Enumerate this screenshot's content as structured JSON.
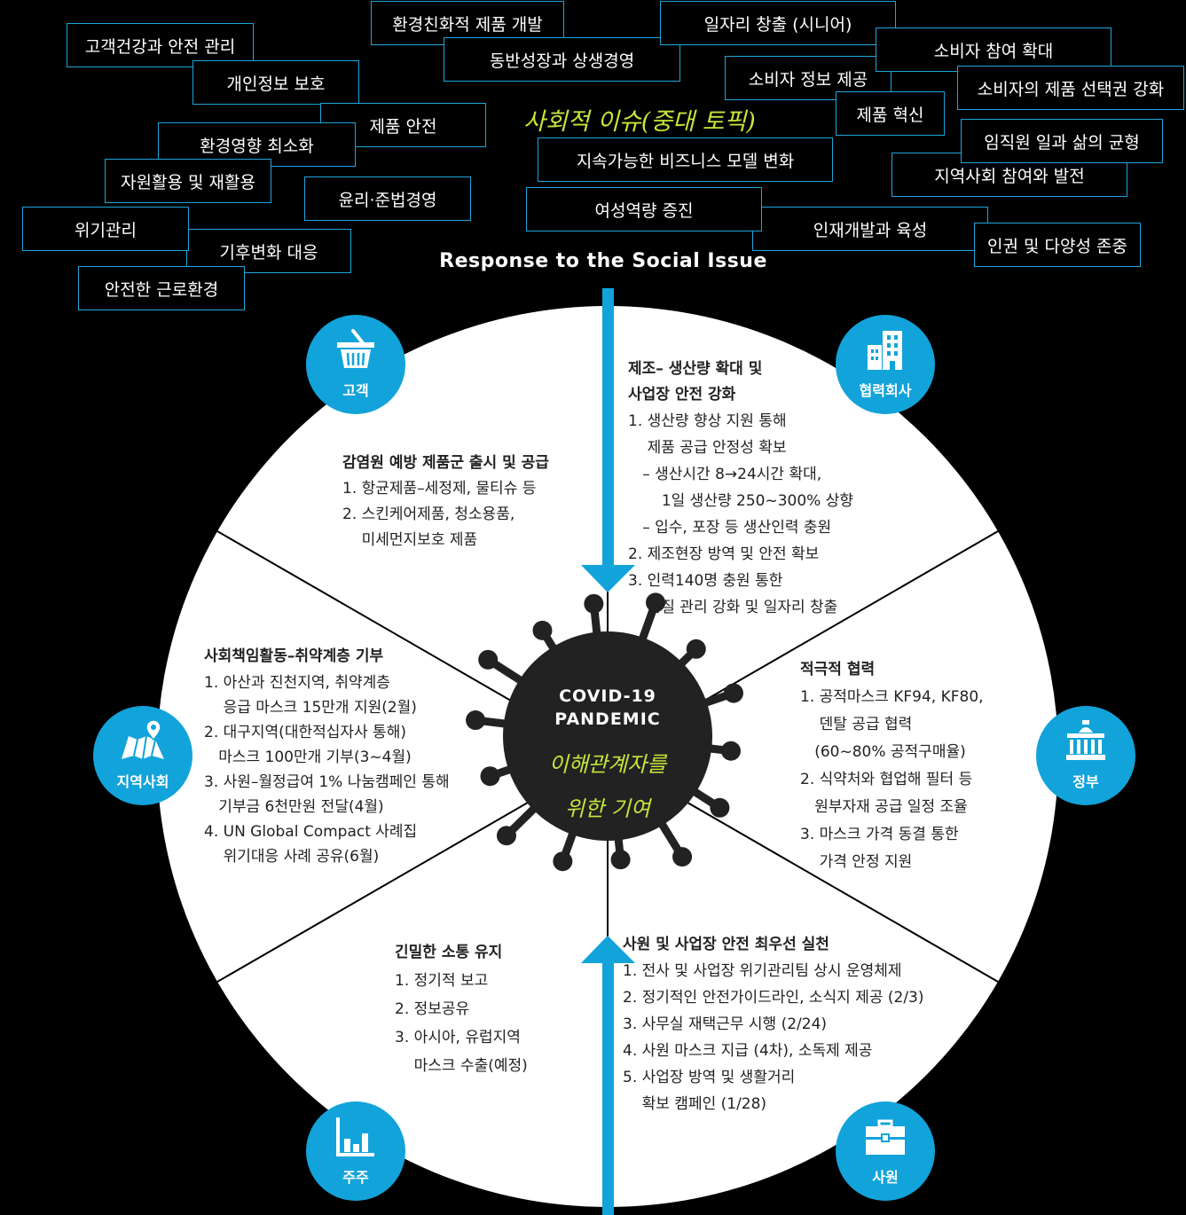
{
  "topics_title": "사회적 이슈(중대 토픽)",
  "topics": [
    "고객건강과 안전 관리",
    "개인정보 보호",
    "제품 안전",
    "환경영향 최소화",
    "자원활용 및 재활용",
    "윤리·준법경영",
    "위기관리",
    "기후변화 대응",
    "안전한 근로환경",
    "환경친화적 제품 개발",
    "동반성장과 상생경영",
    "지속가능한 비즈니스 모델 변화",
    "여성역량 증진",
    "일자리 창출 (시니어)",
    "소비자 참여 확대",
    "소비자 정보 제공",
    "소비자의 제품 선택권 강화",
    "제품 혁신",
    "임직원 일과 삶의 균형",
    "지역사회 참여와 발전",
    "인재개발과 육성",
    "인권 및 다양성 존중"
  ],
  "response_label": "Response to the Social Issue",
  "center": {
    "line1": "COVID-19",
    "line2": "PANDEMIC",
    "hand1": "이해관계자를",
    "hand2": "위한 기여"
  },
  "stakeholders": {
    "customer": "고객",
    "partner": "협력회사",
    "government": "정부",
    "employee": "사원",
    "shareholder": "주주",
    "community": "지역사회"
  },
  "segments": {
    "customer": {
      "title": "감염원 예방 제품군 출시 및 공급",
      "lines": [
        "1. 항균제품–세정제, 물티슈 등",
        "2. 스킨케어제품, 청소용품,",
        "    미세먼지보호 제품"
      ]
    },
    "partner": {
      "title1": "제조– 생산량 확대 및",
      "title2": "사업장 안전 강화",
      "lines": [
        "1. 생산량 향상 지원 통해",
        "    제품 공급 안정성 확보",
        "   – 생산시간 8→24시간 확대,",
        "       1일 생산량 250~300% 상향",
        "   – 입수, 포장 등 생산인력 충원",
        "2. 제조현장 방역 및 안전 확보",
        "3. 인력140명 충원 통한",
        "    품질 관리 강화 및 일자리 창출"
      ]
    },
    "government": {
      "title": "적극적 협력",
      "lines": [
        "1. 공적마스크 KF94, KF80,",
        "    덴탈 공급 협력",
        "   (60~80% 공적구매율)",
        "2. 식약처와 협업해 필터 등",
        "   원부자재 공급 일정 조율",
        "3. 마스크 가격 동결 통한",
        "    가격 안정 지원"
      ]
    },
    "employee": {
      "title": "사원 및 사업장 안전 최우선 실천",
      "lines": [
        "1. 전사 및 사업장 위기관리팀 상시 운영체제",
        "2. 정기적인 안전가이드라인, 소식지 제공 (2/3)",
        "3. 사무실 재택근무 시행 (2/24)",
        "4. 사원 마스크 지급 (4차), 소독제 제공",
        "5. 사업장 방역 및 생활거리",
        "    확보 캠페인 (1/28)"
      ]
    },
    "shareholder": {
      "title": "긴밀한 소통 유지",
      "lines": [
        "1. 정기적 보고",
        "2. 정보공유",
        "3. 아시아, 유럽지역",
        "    마스크 수출(예정)"
      ]
    },
    "community": {
      "title": "사회책임활동–취약계층 기부",
      "lines": [
        "1. 아산과 진천지역, 취약계층",
        "    응급 마스크 15만개 지원(2월)",
        "2. 대구지역(대한적십자사 통해)",
        "   마스크 100만개 기부(3~4월)",
        "3. 사원–월정급여 1% 나눔캠페인 통해",
        "   기부금 6천만원 전달(4월)",
        "4. UN Global Compact 사례집",
        "    위기대응 사례 공유(6월)"
      ]
    }
  },
  "colors": {
    "accent": "#12a3da",
    "background": "#000000",
    "circle": "#ffffff",
    "handwriting": "#c5e63a",
    "virus": "#222222"
  }
}
